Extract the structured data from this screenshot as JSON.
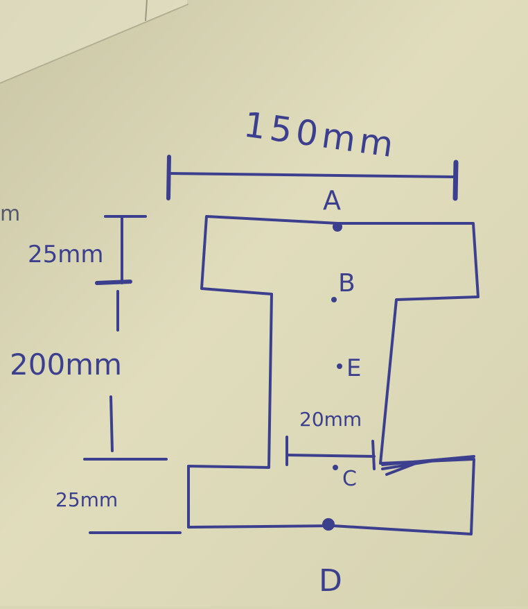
{
  "diagram": {
    "ink_color": "#3c3f8e",
    "paper_color": "#dcd9b8",
    "dimensions": {
      "overall_width": "150mm",
      "top_flange": "25mm",
      "web_height": "200mm",
      "bottom_flange": "25mm",
      "web_thickness": "20mm"
    },
    "points": {
      "a": "A",
      "b": "B",
      "e": "E",
      "c": "C",
      "d": "D"
    },
    "margin_mark": "m"
  }
}
